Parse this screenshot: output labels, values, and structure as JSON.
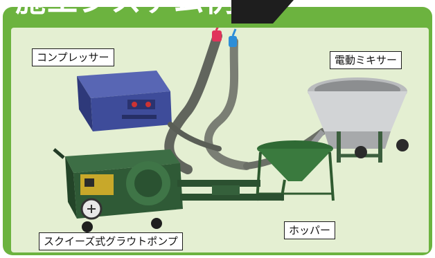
{
  "header": {
    "title": "施工システム例"
  },
  "labels": {
    "compressor": "コンプレッサー",
    "mixer": "電動ミキサー",
    "hopper": "ホッパー",
    "pump": "スクイーズ式グラウトポンプ"
  },
  "colors": {
    "frame": "#6cb33f",
    "panel": "#e4efd2",
    "compressor": "#3e4c9a",
    "pump": "#2f5a36",
    "hose": "#6b6f66"
  }
}
